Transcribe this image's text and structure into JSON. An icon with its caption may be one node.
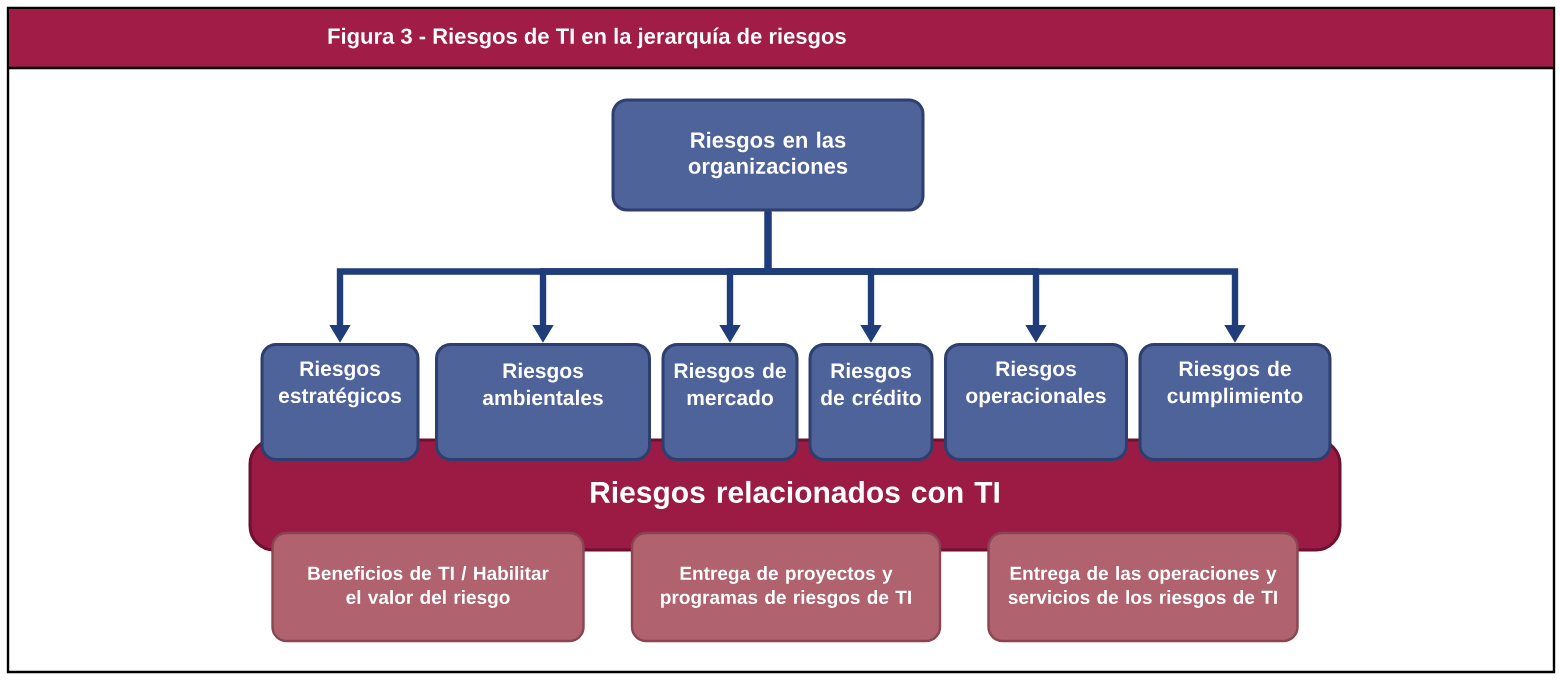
{
  "diagram": {
    "title": "Figura 3 - Riesgos de TI en la jerarquía de riesgos",
    "nodes": [
      {
        "text": [
          "Riesgos en las organizaciones"
        ]
      },
      {
        "text": [
          "Riesgos estratégicos"
        ]
      },
      {
        "text": [
          "Riesgos ambientales"
        ]
      },
      {
        "text": [
          "Riesgos de mercado"
        ]
      },
      {
        "text": [
          "Riesgos de crédito"
        ]
      },
      {
        "text": [
          "Riesgos operacionales"
        ]
      },
      {
        "text": [
          "Riesgos de cumplimiento"
        ]
      },
      {
        "text": [
          "Riesgos relacionados con TI"
        ]
      },
      {
        "text": [
          "Beneficios de TI / Habilitar el valor del riesgo"
        ]
      },
      {
        "text": [
          "Entrega de proyectos y programas de riesgos de TI"
        ]
      },
      {
        "text": [
          "Entrega de las operaciones y servicios de los riesgos de TI"
        ]
      }
    ],
    "edges": [
      {
        "from": 0,
        "to": 1,
        "arrow": "to"
      },
      {
        "from": 0,
        "to": 2,
        "arrow": "to"
      },
      {
        "from": 0,
        "to": 3,
        "arrow": "to"
      },
      {
        "from": 0,
        "to": 4,
        "arrow": "to"
      },
      {
        "from": 0,
        "to": 5,
        "arrow": "to"
      },
      {
        "from": 0,
        "to": 6,
        "arrow": "to"
      }
    ]
  }
}
